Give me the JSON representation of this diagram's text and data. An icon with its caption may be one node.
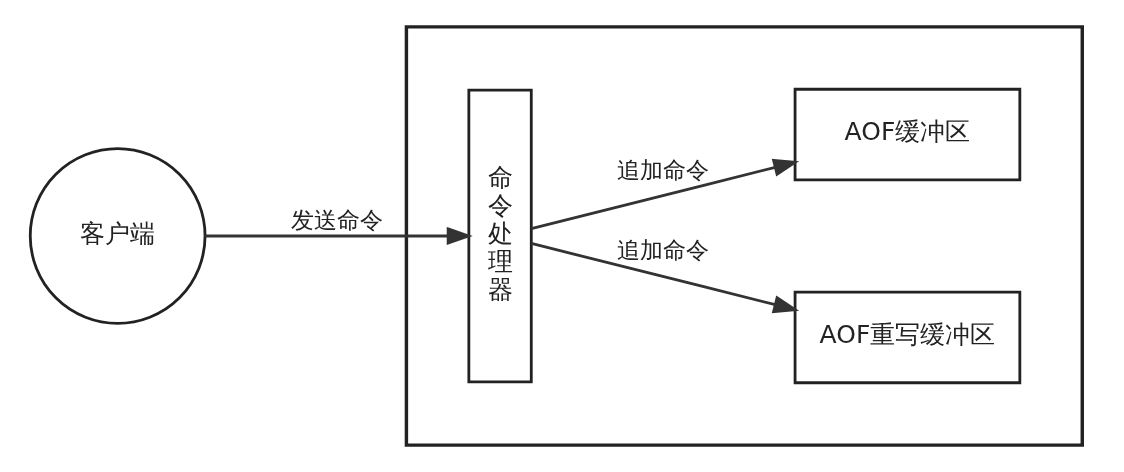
{
  "diagram": {
    "nodes": [
      {
        "text": [
          "客户端"
        ]
      },
      {
        "text": [],
        "shape": "box"
      },
      {
        "text": [
          "命令处理器"
        ],
        "in": 1
      },
      {
        "text": [
          "AOF缓冲区"
        ],
        "in": 1
      },
      {
        "text": [
          "AOF重写缓冲区"
        ],
        "in": 1
      }
    ],
    "edges": [
      {
        "from": 0,
        "to": 2,
        "label": "发送命令",
        "arrow": "to"
      },
      {
        "from": 2,
        "to": 3,
        "label": "追加命令",
        "arrow": "to"
      },
      {
        "from": 2,
        "to": 4,
        "label": "追加命令",
        "arrow": "to"
      }
    ]
  }
}
